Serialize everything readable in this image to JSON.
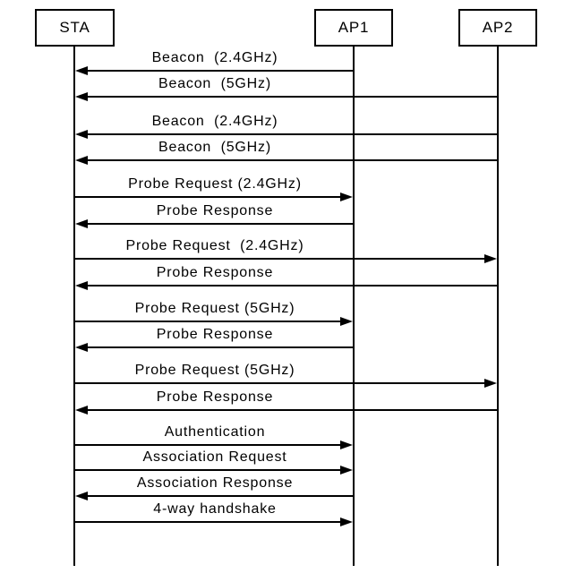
{
  "colors": {
    "line": "#000000",
    "background": "#ffffff"
  },
  "actors": [
    {
      "id": "sta",
      "label": "STA"
    },
    {
      "id": "ap1",
      "label": "AP1"
    },
    {
      "id": "ap2",
      "label": "AP2"
    }
  ],
  "messages": [
    {
      "label": "Beacon  (2.4GHz)",
      "from": "AP1",
      "to": "STA"
    },
    {
      "label": "Beacon  (5GHz)",
      "from": "AP2",
      "to": "STA"
    },
    {
      "label": "Beacon  (2.4GHz)",
      "from": "AP2",
      "to": "STA"
    },
    {
      "label": "Beacon  (5GHz)",
      "from": "AP2",
      "to": "STA"
    },
    {
      "label": "Probe Request (2.4GHz)",
      "from": "STA",
      "to": "AP1"
    },
    {
      "label": "Probe Response",
      "from": "AP1",
      "to": "STA"
    },
    {
      "label": "Probe Request  (2.4GHz)",
      "from": "STA",
      "to": "AP2"
    },
    {
      "label": "Probe Response",
      "from": "AP2",
      "to": "STA"
    },
    {
      "label": "Probe Request (5GHz)",
      "from": "STA",
      "to": "AP1"
    },
    {
      "label": "Probe Response",
      "from": "AP1",
      "to": "STA"
    },
    {
      "label": "Probe Request (5GHz)",
      "from": "STA",
      "to": "AP2"
    },
    {
      "label": "Probe Response",
      "from": "AP2",
      "to": "STA"
    },
    {
      "label": "Authentication",
      "from": "STA",
      "to": "AP1"
    },
    {
      "label": "Association Request",
      "from": "STA",
      "to": "AP1"
    },
    {
      "label": "Association Response",
      "from": "AP1",
      "to": "STA"
    },
    {
      "label": "4-way handshake",
      "from": "STA",
      "to": "AP1"
    }
  ]
}
